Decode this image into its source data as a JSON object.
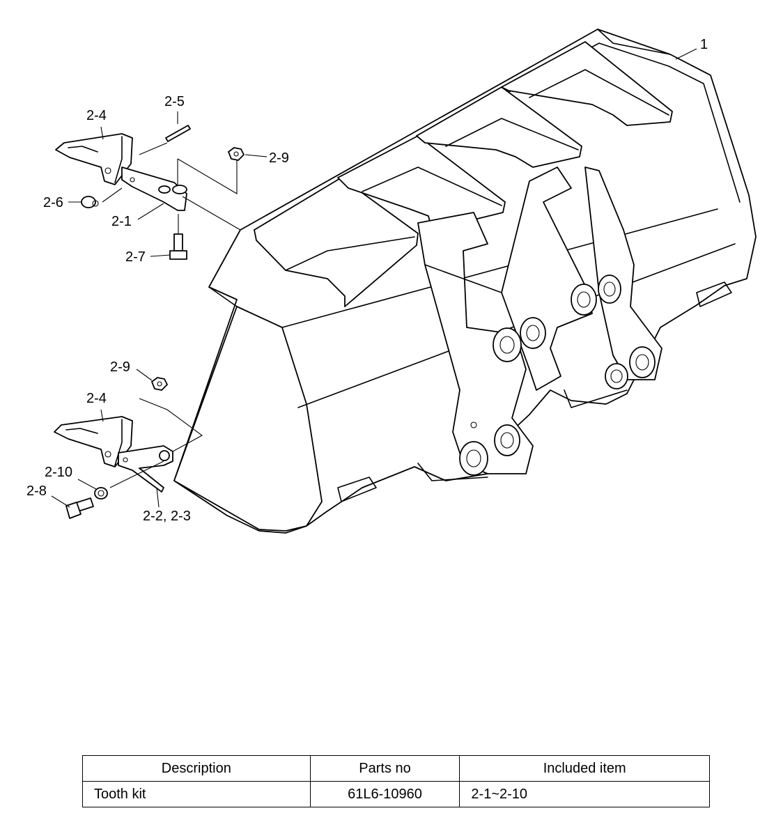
{
  "diagram": {
    "callouts": {
      "bucket": "1",
      "adapter_top": "2-1",
      "adapter_bottom": "2-2, 2-3",
      "tooth_top": "2-4",
      "tooth_bottom": "2-4",
      "pin": "2-5",
      "washer_top": "2-6",
      "bolt_top": "2-7",
      "bolt_bottom": "2-8",
      "nut_top": "2-9",
      "nut_bottom": "2-9",
      "washer_bottom": "2-10"
    }
  },
  "table": {
    "headers": [
      "Description",
      "Parts no",
      "Included item"
    ],
    "rows": [
      {
        "description": "Tooth kit",
        "parts_no": "61L6-10960",
        "included": "2-1~2-10"
      }
    ]
  }
}
